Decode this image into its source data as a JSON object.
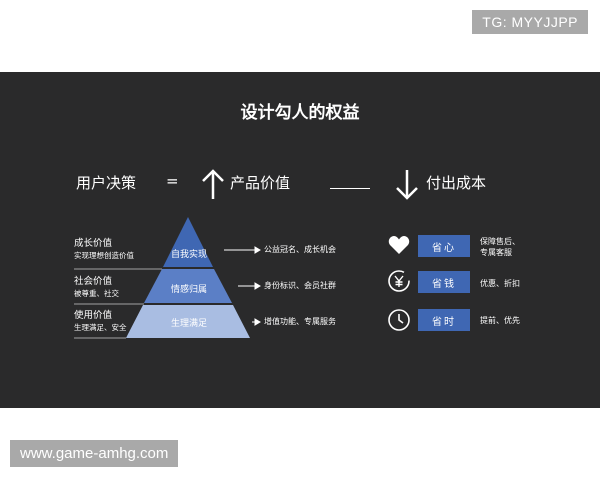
{
  "watermarks": {
    "top": "TG: MYYJJPP",
    "bottom": "www.game-amhg.com"
  },
  "slide": {
    "title": "设计勾人的权益",
    "equation": {
      "lhs": "用户决策",
      "equals": "=",
      "plus_term": "产品价值",
      "minus_term": "付出成本"
    },
    "pyramid": {
      "levels": [
        {
          "label": "自我实现",
          "left_title": "成长价值",
          "left_sub": "实现理想创造价值",
          "right": "公益冠名、成长机会",
          "color": "#3f67b3"
        },
        {
          "label": "情感归属",
          "left_title": "社会价值",
          "left_sub": "被尊重、社交",
          "right": "身份标识、会员社群",
          "color": "#5b7fc6"
        },
        {
          "label": "生理满足",
          "left_title": "使用价值",
          "left_sub": "生理满足、安全",
          "right": "增值功能、专属服务",
          "color": "#a9bde2"
        }
      ]
    },
    "savings": [
      {
        "icon": "heart-icon",
        "badge": "省心",
        "text": [
          "保障售后、",
          "专属客服"
        ]
      },
      {
        "icon": "yuan-icon",
        "badge": "省钱",
        "text": [
          "优惠、折扣"
        ]
      },
      {
        "icon": "clock-icon",
        "badge": "省时",
        "text": [
          "提前、优先"
        ]
      }
    ]
  }
}
